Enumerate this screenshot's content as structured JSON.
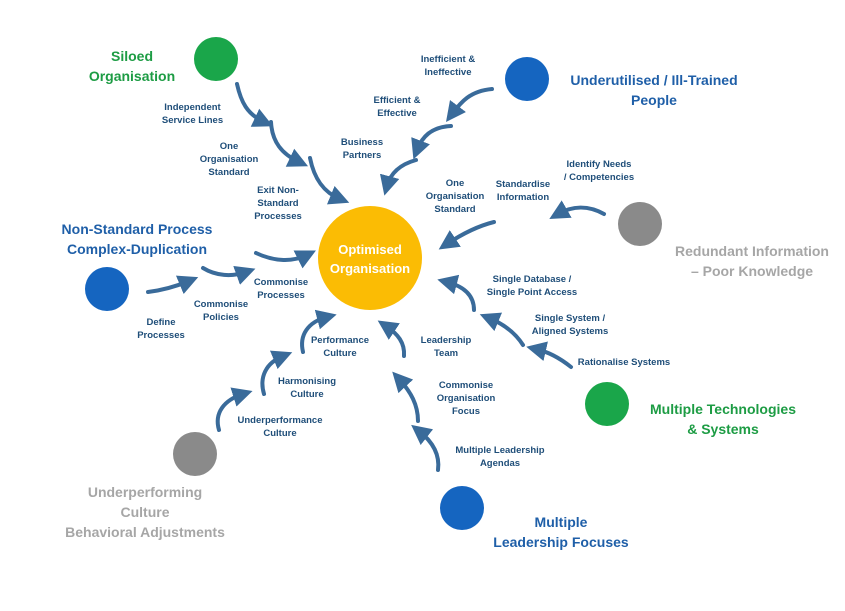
{
  "center": {
    "text": "Optimised\nOrganisation",
    "color": "#fbbc04"
  },
  "colors": {
    "blue": "#1565c0",
    "green": "#1aa64a",
    "grey": "#8a8a8a",
    "arrow": "#3a6b9a",
    "step_text": "#1f4e79"
  },
  "sources": {
    "siloed": "Siloed\nOrganisation",
    "underutilised": "Underutilised / Ill-Trained\nPeople",
    "non_standard": "Non-Standard Process\nComplex-Duplication",
    "redundant": "Redundant Information\n– Poor Knowledge",
    "technologies": "Multiple Technologies\n& Systems",
    "leadership": "Multiple\nLeadership Focuses",
    "culture": "Underperforming\nCulture\nBehavioral Adjustments"
  },
  "steps": {
    "independent": "Independent\nService Lines",
    "one_org_standard_a": "One\nOrganisation\nStandard",
    "exit_non_standard": "Exit Non-\nStandard\nProcesses",
    "inefficient": "Inefficient &\nIneffective",
    "efficient": "Efficient &\nEffective",
    "business_partners": "Business\nPartners",
    "identify_needs": "Identify Needs\n/ Competencies",
    "standardise_info": "Standardise\nInformation",
    "one_org_standard_b": "One\nOrganisation\nStandard",
    "commonise_processes": "Commonise\nProcesses",
    "commonise_policies": "Commonise\nPolicies",
    "define_processes": "Define\nProcesses",
    "single_database": "Single Database /\nSingle Point Access",
    "single_system": "Single System /\nAligned Systems",
    "rationalise": "Rationalise Systems",
    "leadership_team": "Leadership\nTeam",
    "commonise_focus": "Commonise\nOrganisation\nFocus",
    "multiple_agendas": "Multiple Leadership\nAgendas",
    "performance_culture": "Performance\nCulture",
    "harmonising_culture": "Harmonising\nCulture",
    "underperformance_culture": "Underperformance\nCulture"
  }
}
